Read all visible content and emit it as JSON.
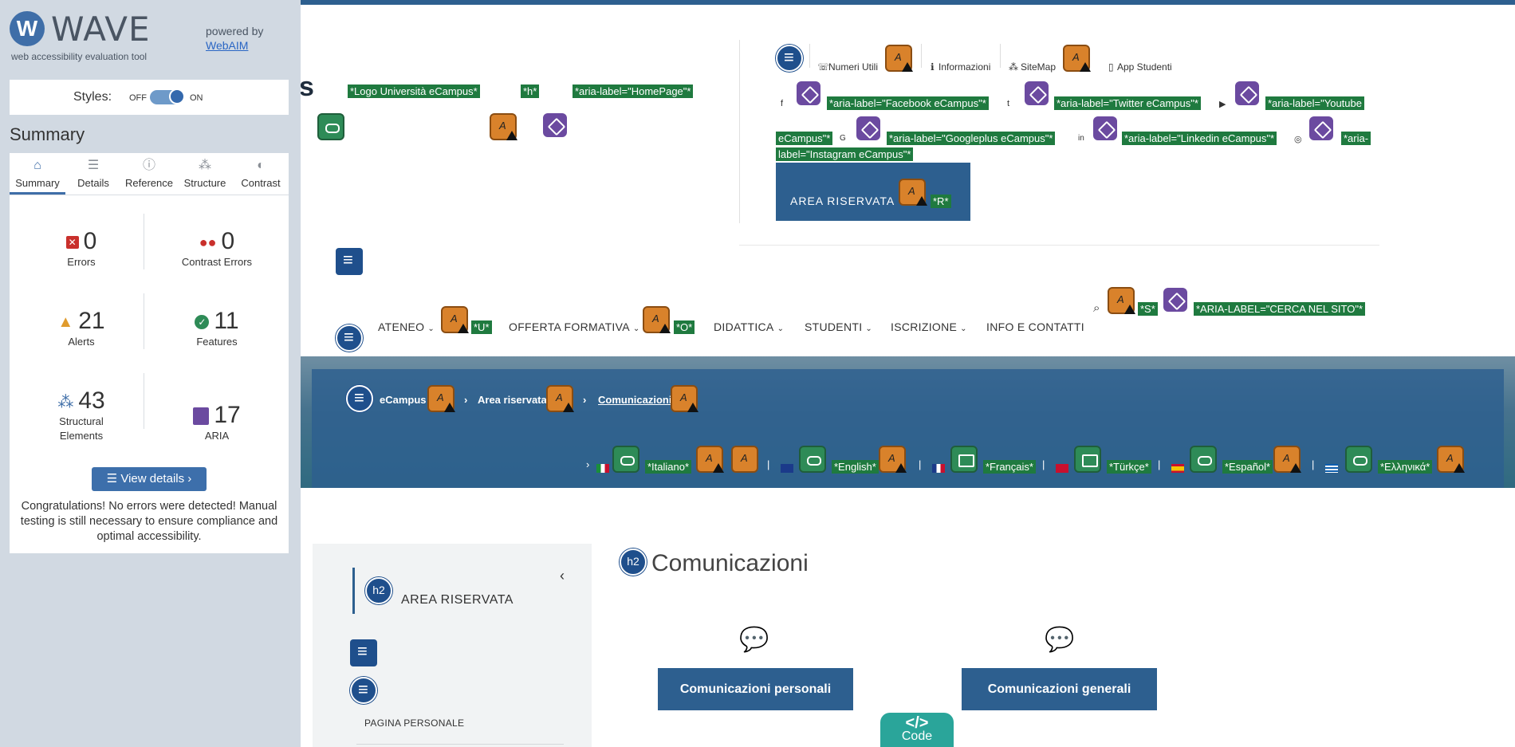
{
  "wave": {
    "logo_letter": "W",
    "logo_word": "WAVE",
    "tagline": "web accessibility evaluation tool",
    "powered_by": "powered by",
    "webaim_link": "WebAIM",
    "styles_label": "Styles:",
    "styles_off": "OFF",
    "styles_on": "ON",
    "summary_title": "Summary",
    "tabs": [
      {
        "label": "Summary",
        "icon": "home-icon"
      },
      {
        "label": "Details",
        "icon": "list-icon"
      },
      {
        "label": "Reference",
        "icon": "info-icon"
      },
      {
        "label": "Structure",
        "icon": "structure-icon"
      },
      {
        "label": "Contrast",
        "icon": "contrast-icon"
      }
    ],
    "stats": {
      "errors": {
        "value": "0",
        "label": "Errors"
      },
      "contrast_errors": {
        "value": "0",
        "label": "Contrast Errors"
      },
      "alerts": {
        "value": "21",
        "label": "Alerts"
      },
      "features": {
        "value": "11",
        "label": "Features"
      },
      "structural": {
        "value": "43",
        "label_line1": "Structural",
        "label_line2": "Elements"
      },
      "aria": {
        "value": "17",
        "label": "ARIA"
      }
    },
    "view_details": "View details ›",
    "congrats": "Congratulations! No errors were detected! Manual testing is still necessary to ensure compliance and optimal accessibility."
  },
  "page": {
    "partial_logo_letter": "s",
    "logo_tags": [
      "*Logo Università eCampus*",
      "*h*",
      "*aria-label=\"HomePage\"*"
    ],
    "top_links": [
      "Numeri Utili",
      "Informazioni",
      "SiteMap",
      "App Studenti"
    ],
    "social_tags": [
      "*aria-label=\"Facebook eCampus\"*",
      "*aria-label=\"Twitter eCampus\"*",
      "*aria-label=\"Youtube",
      "eCampus\"*",
      "*aria-label=\"Googleplus eCampus\"*",
      "*aria-label=\"Linkedin eCampus\"*",
      "*aria-",
      "label=\"Instagram eCampus\"*"
    ],
    "area_riservata_btn": "AREA RISERVATA",
    "area_riservata_tag": "*R*",
    "nav": {
      "items": [
        "ATENEO",
        "OFFERTA FORMATIVA",
        "DIDATTICA",
        "STUDENTI",
        "ISCRIZIONE",
        "INFO E CONTATTI"
      ],
      "ateneo_tag": "*U*",
      "offerta_tag": "*O*",
      "search_tag": "*S*",
      "search_aria_tag": "*ARIA-LABEL=\"CERCA NEL SITO\"*"
    },
    "breadcrumb": [
      "eCampus",
      "Area riservata",
      "Comunicazioni"
    ],
    "languages": [
      "*Italiano*",
      "*English*",
      "*Français*",
      "*Türkçe*",
      "*Español*",
      "*Ελληνικά*"
    ],
    "sidebar": {
      "heading_badge": "h2",
      "title": "AREA RISERVATA",
      "collapse": "‹",
      "page_link": "PAGINA PERSONALE"
    },
    "main_heading_badge": "h2",
    "main_title": "Comunicazioni",
    "buttons": [
      "Comunicazioni personali",
      "Comunicazioni generali"
    ],
    "code_badge_symbol": "</>",
    "code_badge_label": "Code"
  },
  "colors": {
    "wave_sidebar_bg": "#d1d9e2",
    "brand_blue": "#2d5f8f",
    "wave_tag_green": "#1f7a3f",
    "alert_orange": "#d9822b",
    "aria_purple": "#6b4aa0"
  }
}
